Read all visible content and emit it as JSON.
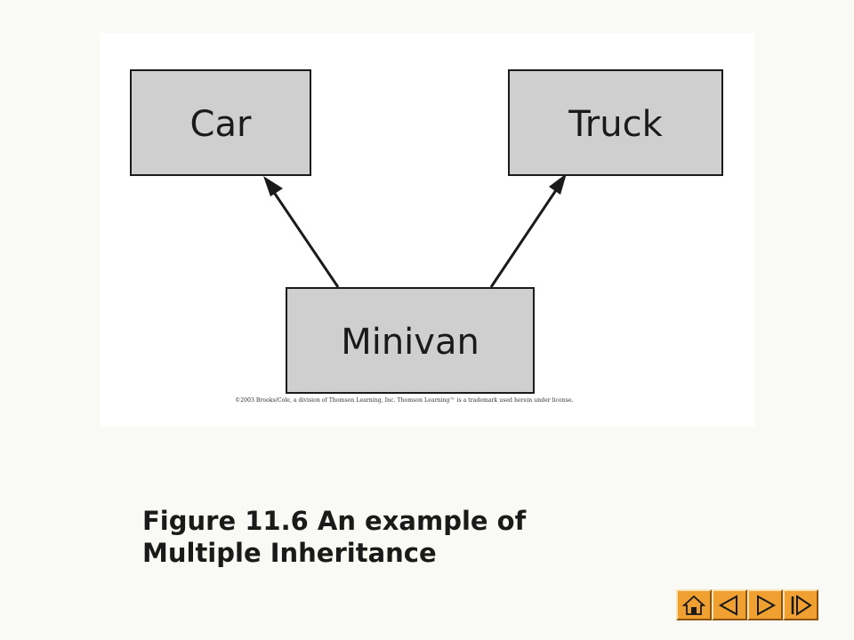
{
  "diagram": {
    "nodes": [
      {
        "id": "car",
        "label": "Car"
      },
      {
        "id": "truck",
        "label": "Truck"
      },
      {
        "id": "minivan",
        "label": "Minivan"
      }
    ],
    "edges": [
      {
        "from": "minivan",
        "to": "car"
      },
      {
        "from": "minivan",
        "to": "truck"
      }
    ],
    "copyright": "©2003 Brooks/Cole, a division of Thomson Learning, Inc.  Thomson Learning™ is a trademark used herein under license."
  },
  "caption": {
    "line1": "Figure 11.6  An example of",
    "line2": "Multiple Inheritance"
  },
  "nav": {
    "buttons": [
      {
        "icon": "home-icon"
      },
      {
        "icon": "first-icon"
      },
      {
        "icon": "previous-icon"
      },
      {
        "icon": "next-icon"
      },
      {
        "icon": "last-icon"
      }
    ],
    "button_color": "#f0a030"
  }
}
